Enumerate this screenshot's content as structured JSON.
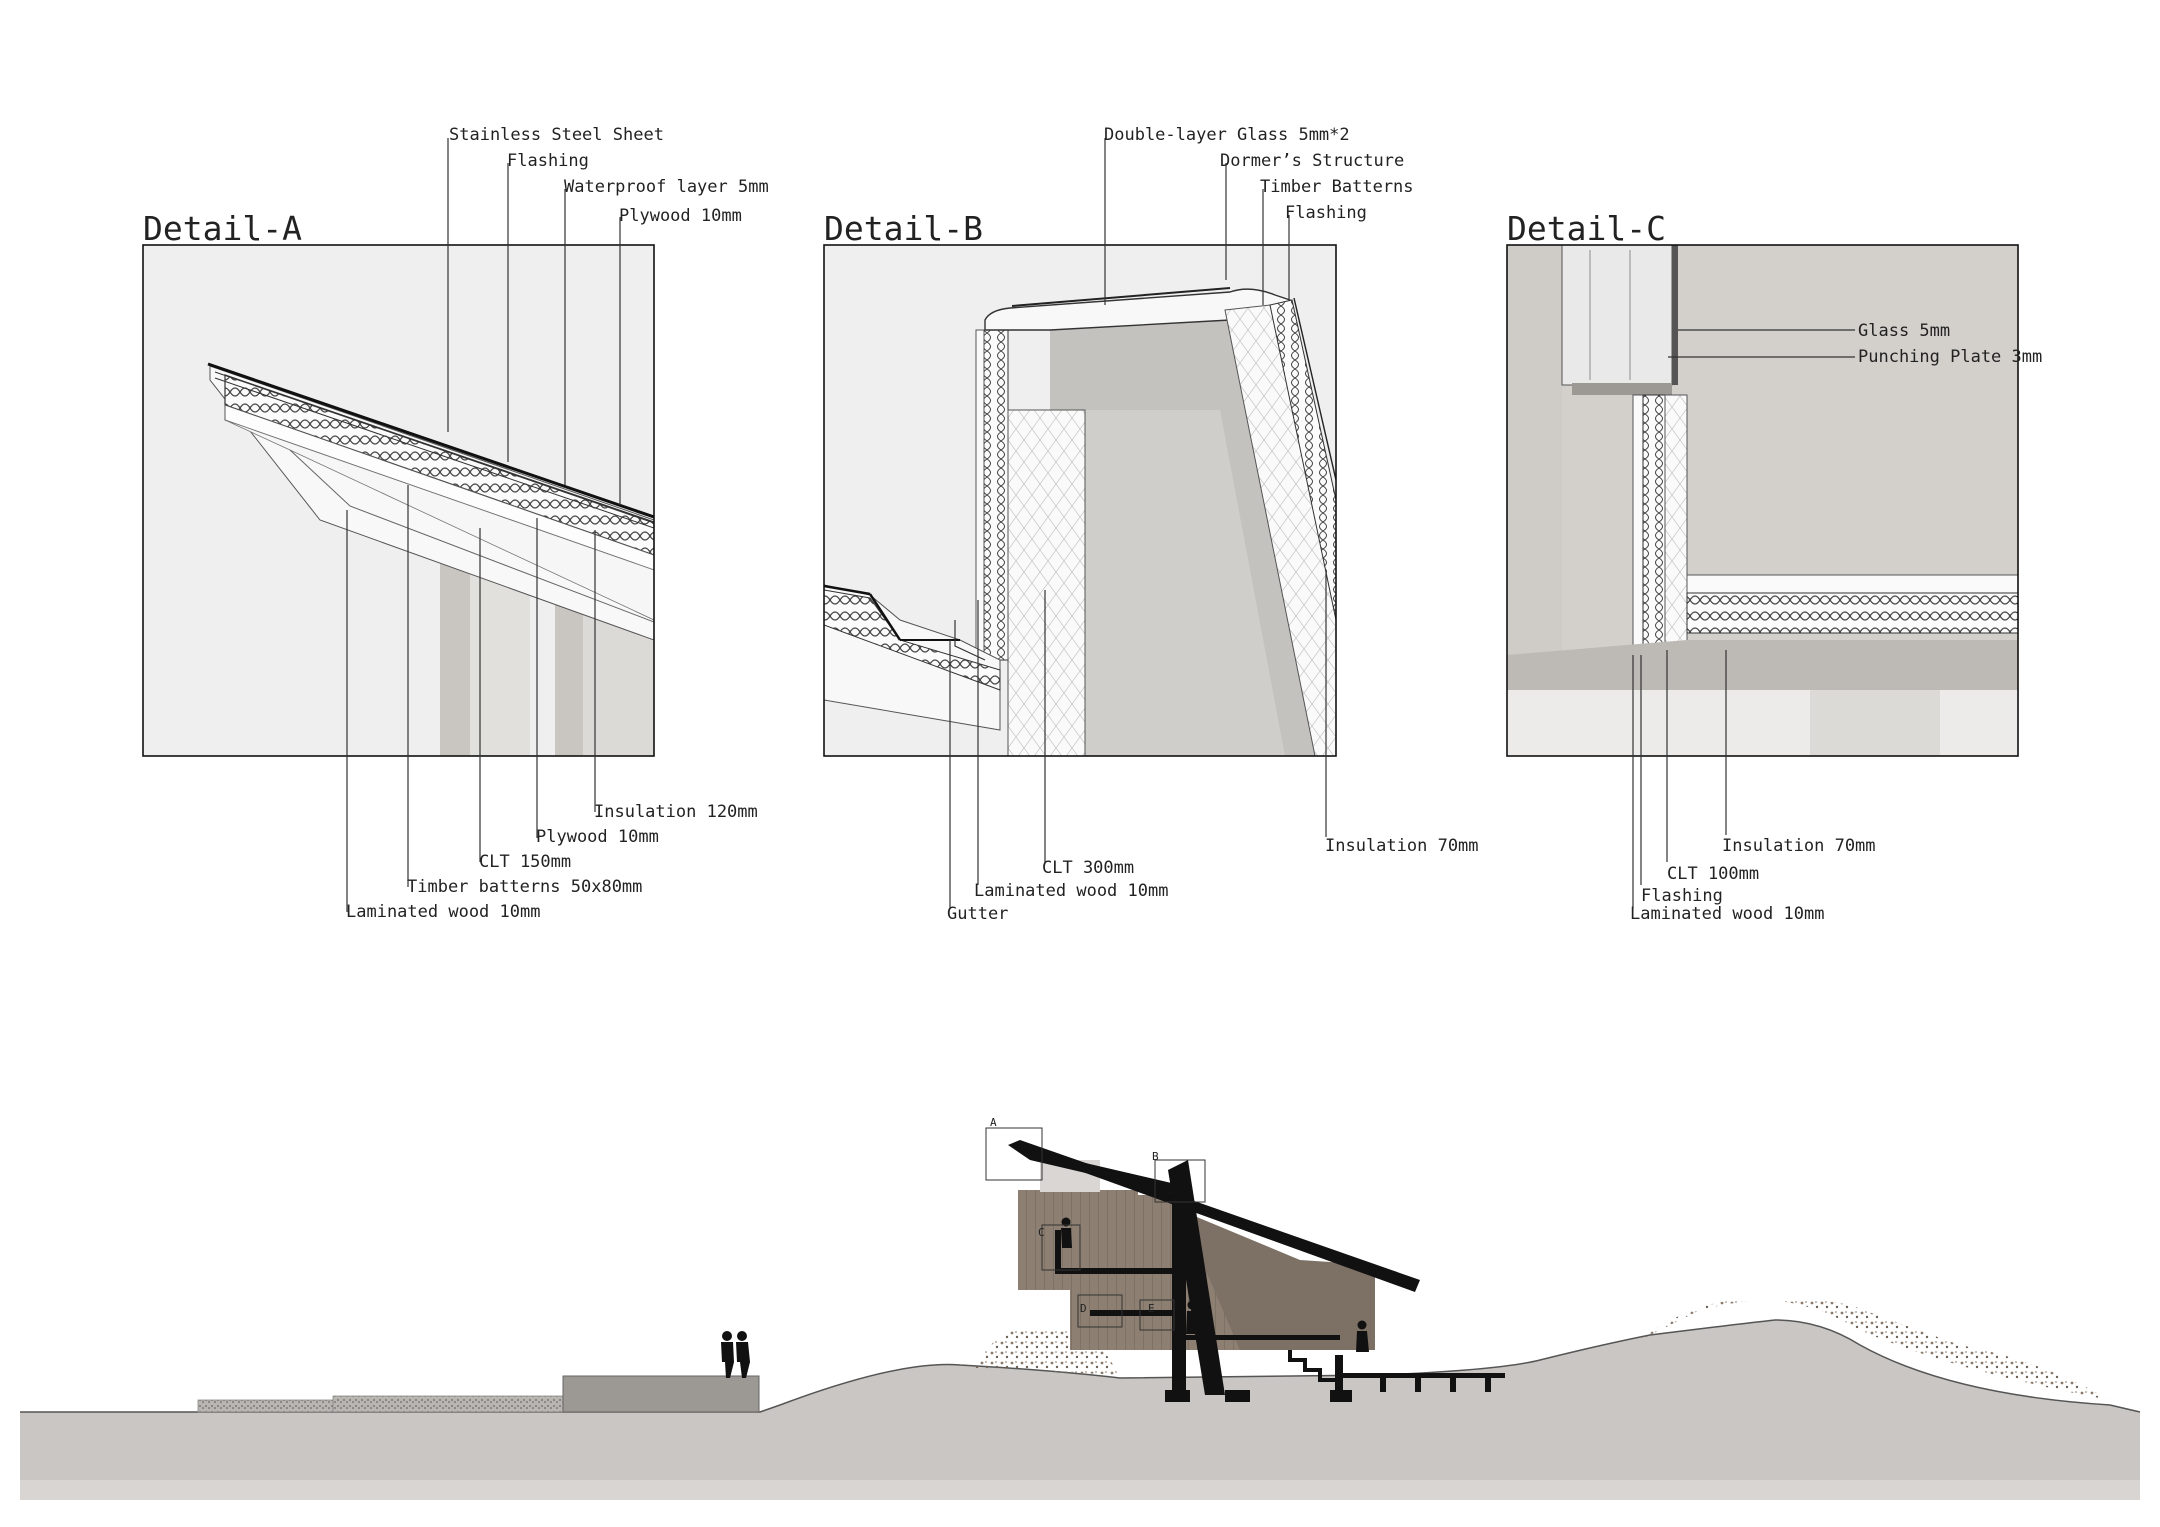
{
  "details": [
    {
      "id": "A",
      "title": "Detail-A",
      "labels_top": [
        "Stainless Steel Sheet",
        "Flashing",
        "Waterproof layer 5mm",
        "Plywood 10mm"
      ],
      "labels_bottom": [
        "Insulation 120mm",
        "Plywood 10mm",
        "CLT 150mm",
        "Timber batterns 50x80mm",
        "Laminated wood 10mm"
      ]
    },
    {
      "id": "B",
      "title": "Detail-B",
      "labels_top": [
        "Double-layer Glass 5mm*2",
        "Dormer’s Structure",
        "Timber Batterns",
        "Flashing"
      ],
      "labels_bottom": [
        "Insulation 70mm",
        "CLT 300mm",
        "Laminated wood 10mm",
        "Gutter"
      ]
    },
    {
      "id": "C",
      "title": "Detail-C",
      "labels_right": [
        "Glass 5mm",
        "Punching Plate 3mm"
      ],
      "labels_bottom": [
        "Insulation 70mm",
        "CLT 100mm",
        "Flashing",
        "Laminated wood 10mm"
      ]
    }
  ],
  "section_markers": [
    "A",
    "B",
    "C",
    "D",
    "E"
  ],
  "colors": {
    "line": "#222222",
    "panel": "#efefef",
    "ground": "#c9c6c3",
    "timber": "#8f8174",
    "structure": "#1a1a1a"
  }
}
